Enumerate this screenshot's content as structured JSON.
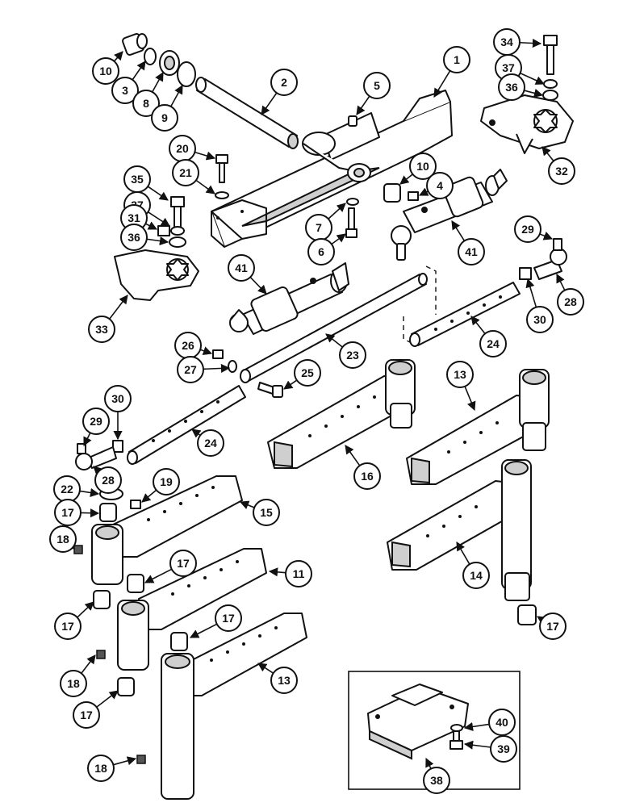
{
  "callouts": [
    {
      "id": "c10a",
      "label": "10"
    },
    {
      "id": "c3",
      "label": "3"
    },
    {
      "id": "c8",
      "label": "8"
    },
    {
      "id": "c9",
      "label": "9"
    },
    {
      "id": "c2",
      "label": "2"
    },
    {
      "id": "c5",
      "label": "5"
    },
    {
      "id": "c1",
      "label": "1"
    },
    {
      "id": "c34",
      "label": "34"
    },
    {
      "id": "c37a",
      "label": "37"
    },
    {
      "id": "c36a",
      "label": "36"
    },
    {
      "id": "c32",
      "label": "32"
    },
    {
      "id": "c20",
      "label": "20"
    },
    {
      "id": "c21",
      "label": "21"
    },
    {
      "id": "c10b",
      "label": "10"
    },
    {
      "id": "c4",
      "label": "4"
    },
    {
      "id": "c35",
      "label": "35"
    },
    {
      "id": "c37b",
      "label": "37"
    },
    {
      "id": "c31",
      "label": "31"
    },
    {
      "id": "c36b",
      "label": "36"
    },
    {
      "id": "c7",
      "label": "7"
    },
    {
      "id": "c6",
      "label": "6"
    },
    {
      "id": "c41a",
      "label": "41"
    },
    {
      "id": "c41b",
      "label": "41"
    },
    {
      "id": "c33",
      "label": "33"
    },
    {
      "id": "c29a",
      "label": "29"
    },
    {
      "id": "c28a",
      "label": "28"
    },
    {
      "id": "c30a",
      "label": "30"
    },
    {
      "id": "c24a",
      "label": "24"
    },
    {
      "id": "c26",
      "label": "26"
    },
    {
      "id": "c27",
      "label": "27"
    },
    {
      "id": "c23",
      "label": "23"
    },
    {
      "id": "c25",
      "label": "25"
    },
    {
      "id": "c13a",
      "label": "13"
    },
    {
      "id": "c30b",
      "label": "30"
    },
    {
      "id": "c29b",
      "label": "29"
    },
    {
      "id": "c24b",
      "label": "24"
    },
    {
      "id": "c28b",
      "label": "28"
    },
    {
      "id": "c16",
      "label": "16"
    },
    {
      "id": "c22",
      "label": "22"
    },
    {
      "id": "c19",
      "label": "19"
    },
    {
      "id": "c15",
      "label": "15"
    },
    {
      "id": "c17a",
      "label": "17"
    },
    {
      "id": "c18a",
      "label": "18"
    },
    {
      "id": "c14",
      "label": "14"
    },
    {
      "id": "c17b",
      "label": "17"
    },
    {
      "id": "c11",
      "label": "11"
    },
    {
      "id": "c17c",
      "label": "17"
    },
    {
      "id": "c17d",
      "label": "17"
    },
    {
      "id": "c17e",
      "label": "17"
    },
    {
      "id": "c18b",
      "label": "18"
    },
    {
      "id": "c13b",
      "label": "13"
    },
    {
      "id": "c17f",
      "label": "17"
    },
    {
      "id": "c18c",
      "label": "18"
    },
    {
      "id": "c40",
      "label": "40"
    },
    {
      "id": "c38",
      "label": "38"
    },
    {
      "id": "c39",
      "label": "39"
    }
  ]
}
